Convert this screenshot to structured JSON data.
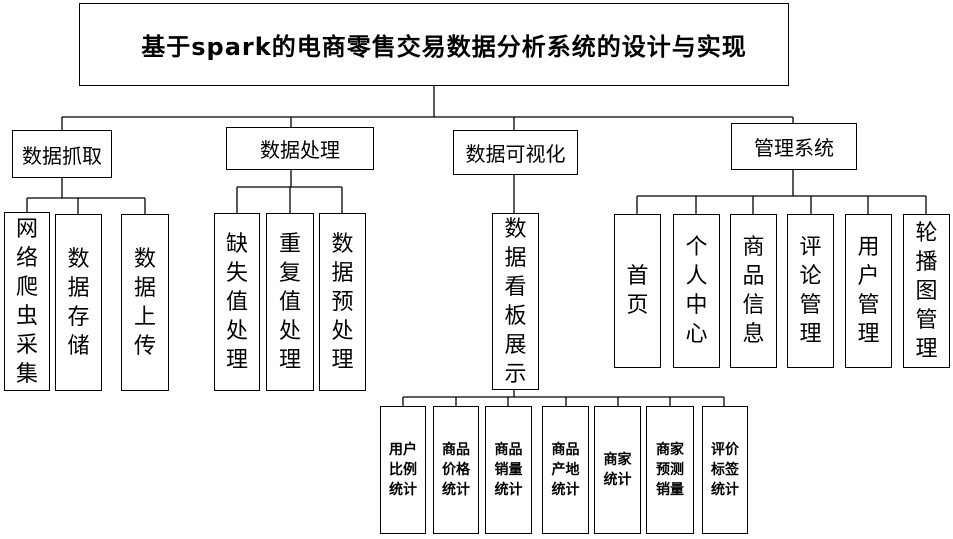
{
  "root": {
    "title": "基于spark的电商零售交易数据分析系统的设计与实现"
  },
  "modules": [
    {
      "label": "数据抓取",
      "children": [
        "网络爬虫采集",
        "数据存储",
        "数据上传"
      ]
    },
    {
      "label": "数据处理",
      "children": [
        "缺失值处理",
        "重复值处理",
        "数据预处理"
      ]
    },
    {
      "label": "数据可视化",
      "children": [
        "数据看板展示"
      ],
      "grandchildren": [
        "用户比例统计",
        "商品价格统计",
        "商品销量统计",
        "商品产地统计",
        "商家统计",
        "商家预测销量",
        "评价标签统计"
      ]
    },
    {
      "label": "管理系统",
      "children": [
        "首页",
        "个人中心",
        "商品信息",
        "评论管理",
        "用户管理",
        "轮播图管理"
      ]
    }
  ]
}
